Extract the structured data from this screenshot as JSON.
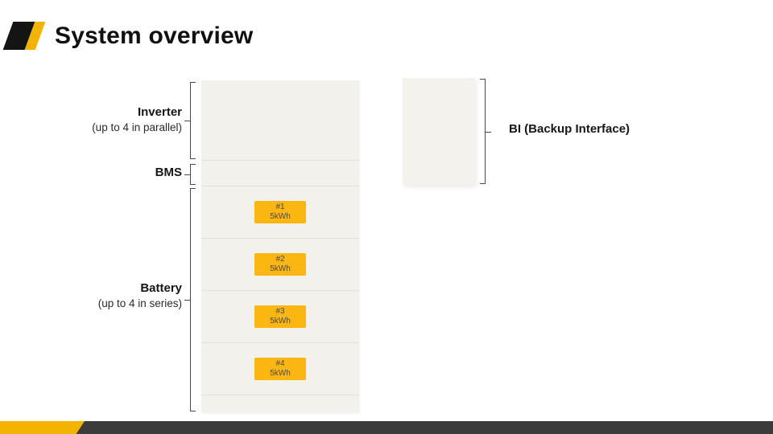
{
  "slide": {
    "title": "System overview"
  },
  "labels": {
    "inverter_title": "Inverter",
    "inverter_subtitle": "(up to 4 in parallel)",
    "bms_title": "BMS",
    "battery_title": "Battery",
    "battery_subtitle": "(up to 4 in series)",
    "bi_title": "BI (Backup Interface)"
  },
  "battery_modules": [
    {
      "id": "#1",
      "capacity": "5kWh"
    },
    {
      "id": "#2",
      "capacity": "5kWh"
    },
    {
      "id": "#3",
      "capacity": "5kWh"
    },
    {
      "id": "#4",
      "capacity": "5kWh"
    }
  ],
  "colors": {
    "accent_yellow": "#F5B301",
    "badge_yellow": "#FBB612",
    "unit_fill": "#F2F1EB",
    "footer_dark": "#3B3B3B",
    "text_dark": "#161616"
  }
}
